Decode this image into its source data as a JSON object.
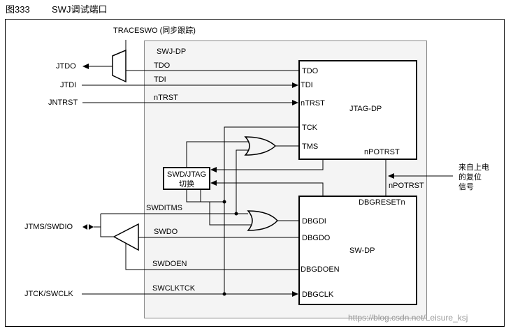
{
  "figure": {
    "number": "图333",
    "title": "SWJ调试端口"
  },
  "regions": {
    "swj_dp": "SWJ-DP"
  },
  "blocks": {
    "jtag_dp": {
      "name": "JTAG-DP",
      "pins": [
        "TDO",
        "TDI",
        "nTRST",
        "TCK",
        "TMS",
        "nPOTRST"
      ]
    },
    "sw_dp": {
      "name": "SW-DP",
      "pins": [
        "DBGRESETn",
        "DBGDI",
        "DBGDO",
        "DBGDOEN",
        "DBGCLK"
      ]
    },
    "switch": {
      "line1": "SWD/JTAG",
      "line2": "切换"
    }
  },
  "signals": {
    "traceswo": "TRACESWO (同步跟踪)",
    "tdo": "TDO",
    "tdi": "TDI",
    "ntrst": "nTRST",
    "swditms": "SWDITMS",
    "swdo": "SWDO",
    "swdoen": "SWDOEN",
    "swclktck": "SWCLKTCK",
    "npotrst": "nPOTRST"
  },
  "pins": {
    "jtdo": "JTDO",
    "jtdi": "JTDI",
    "jntrst": "JNTRST",
    "jtms_swdio": "JTMS/SWDIO",
    "jtck_swclk": "JTCK/SWCLK"
  },
  "reset_source": {
    "line1": "来自上电",
    "line2": "的复位",
    "line3": "信号"
  },
  "watermark": "https://blog.csdn.net/Leisure_ksj"
}
